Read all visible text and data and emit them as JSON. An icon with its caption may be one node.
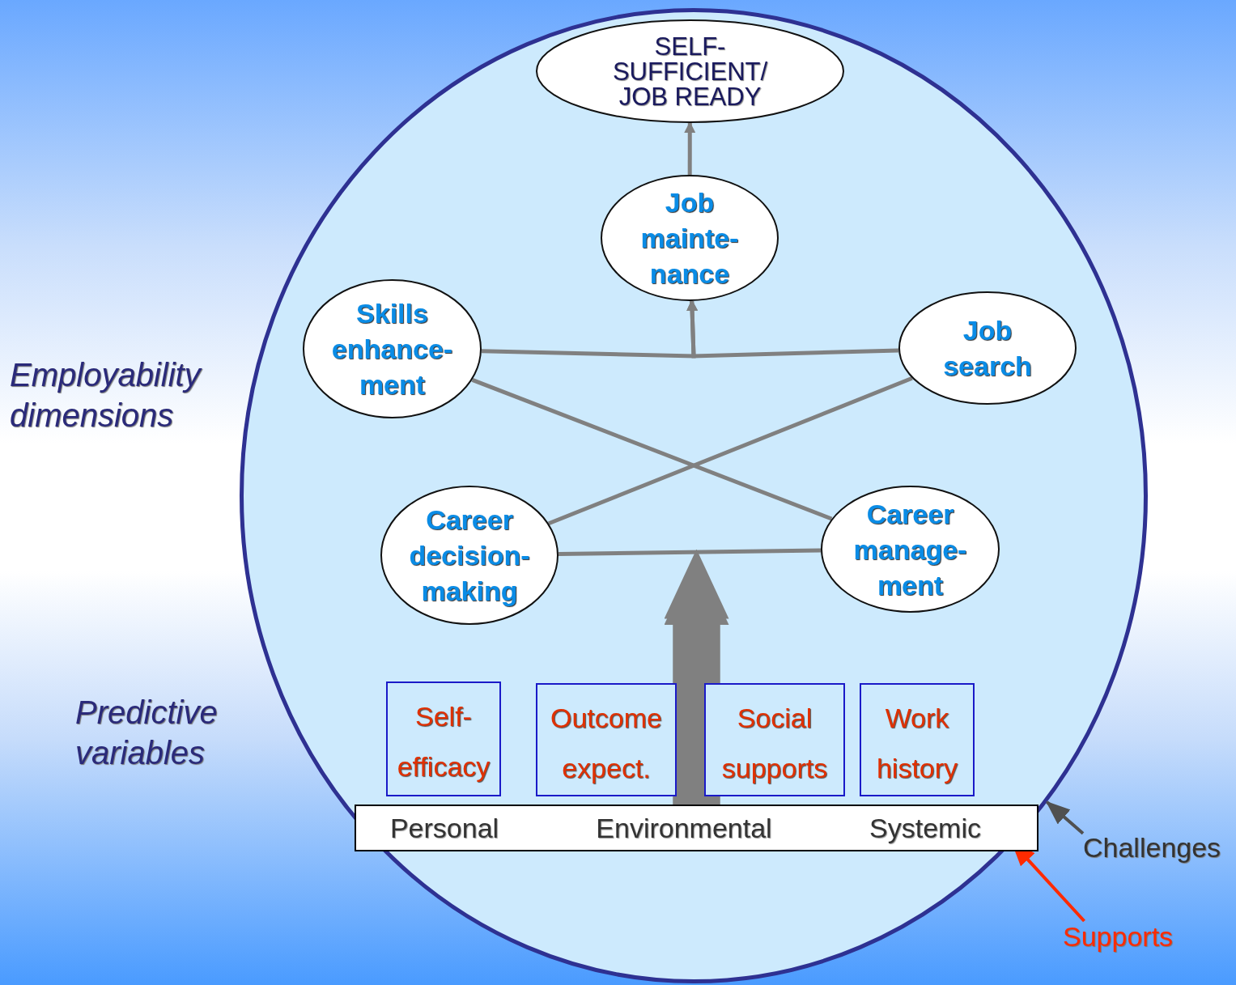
{
  "diagram": {
    "nodes": [
      {
        "text": [],
        "shape": "circle"
      },
      {
        "text": [
          "SELF- SUFFICIENT/ JOB READY"
        ],
        "in": 0
      },
      {
        "text": [
          "Job mainte- nance"
        ],
        "in": 0
      },
      {
        "text": [
          "Skills enhance- ment"
        ],
        "in": 0
      },
      {
        "text": [
          "Job search"
        ],
        "in": 0
      },
      {
        "text": [
          "Career decision- making"
        ],
        "in": 0
      },
      {
        "text": [
          "Career manage- ment"
        ],
        "in": 0
      },
      {
        "text": [
          "Self- efficacy"
        ],
        "in": 0
      },
      {
        "text": [
          "Outcome expect."
        ],
        "in": 0
      },
      {
        "text": [
          "Social supports"
        ],
        "in": 0
      },
      {
        "text": [
          "Work history"
        ],
        "in": 0
      },
      {
        "text": [
          "Personal",
          "Environmental",
          "Systemic"
        ],
        "in": 0
      },
      {
        "text": [
          "Challenges"
        ]
      },
      {
        "text": [
          "Supports"
        ]
      }
    ],
    "edges": [
      {
        "from": 2,
        "to": 1,
        "arrow": "to"
      },
      {
        "from": 3,
        "to": 2,
        "arrow": "to"
      },
      {
        "from": 4,
        "to": 2,
        "arrow": "to"
      },
      {
        "from": 3,
        "to": 6,
        "arrow": "none"
      },
      {
        "from": 4,
        "to": 5,
        "arrow": "none"
      },
      {
        "from": 5,
        "to": 6,
        "arrow": "none"
      },
      {
        "from": 11,
        "to": 5,
        "arrow": "to",
        "style": "thick"
      },
      {
        "from": 11,
        "to": 6,
        "arrow": "to",
        "style": "thick"
      },
      {
        "from": 12,
        "to": 0,
        "arrow": "to",
        "color": "#505050"
      },
      {
        "from": 13,
        "to": 0,
        "arrow": "to",
        "color": "#ff2a00"
      }
    ],
    "labels": [
      "Employability dimensions",
      "Predictive variables"
    ]
  }
}
